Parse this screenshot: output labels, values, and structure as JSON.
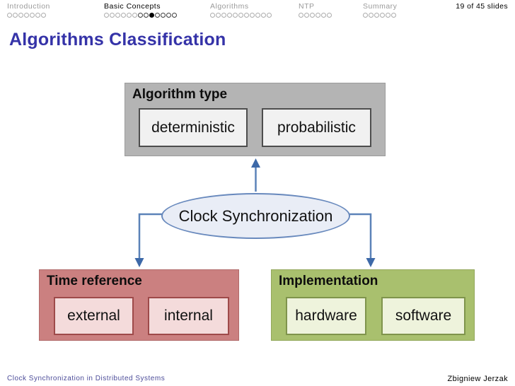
{
  "colors": {
    "title-color": "#3533a8",
    "nav-active": "#000000",
    "nav-inactive": "#9a9a9a",
    "nav-dot-light": "#ababab",
    "nav-dot-dark": "#3c3c3c",
    "nav-dot-filled": "#000000",
    "footer-left": "#4c4c99",
    "arrow": "#5b82b8",
    "arrow-head": "#3d69a8",
    "gray-box": "#b4b4b4",
    "gray-item-bg": "#f1f1f1",
    "gray-item-border": "#4d4d4d",
    "pink-box": "#cb8080",
    "pink-item-bg": "#f4dbdb",
    "pink-item-border": "#9e4a4a",
    "green-box": "#a9c06e",
    "green-item-bg": "#eef3dc",
    "green-item-border": "#7f944c",
    "ellipse-bg": "#e9edf6",
    "ellipse-border": "#6889bd"
  },
  "nav": {
    "sections": [
      {
        "label": "Introduction",
        "active": false,
        "dots": [
          "light",
          "light",
          "light",
          "light",
          "light",
          "light",
          "light"
        ]
      },
      {
        "label": "Basic Concepts",
        "active": true,
        "dots": [
          "light",
          "light",
          "light",
          "light",
          "light",
          "light",
          "dark",
          "dark",
          "filled",
          "dark",
          "dark",
          "dark",
          "dark"
        ]
      },
      {
        "label": "Algorithms",
        "active": false,
        "dots": [
          "light",
          "light",
          "light",
          "light",
          "light",
          "light",
          "light",
          "light",
          "light",
          "light",
          "light"
        ]
      },
      {
        "label": "NTP",
        "active": false,
        "dots": [
          "light",
          "light",
          "light",
          "light",
          "light",
          "light"
        ]
      },
      {
        "label": "Summary",
        "active": false,
        "dots": [
          "light",
          "light",
          "light",
          "light",
          "light",
          "light"
        ]
      }
    ],
    "slide_counter": "19 of 45 slides"
  },
  "title": "Algorithms Classification",
  "diagram": {
    "center": "Clock Synchronization",
    "groups": [
      {
        "title": "Algorithm type",
        "items": [
          "deterministic",
          "probabilistic"
        ]
      },
      {
        "title": "Time reference",
        "items": [
          "external",
          "internal"
        ]
      },
      {
        "title": "Implementation",
        "items": [
          "hardware",
          "software"
        ]
      }
    ]
  },
  "footer": {
    "left": "Clock Synchronization in Distributed Systems",
    "right": "Zbigniew Jerzak"
  }
}
